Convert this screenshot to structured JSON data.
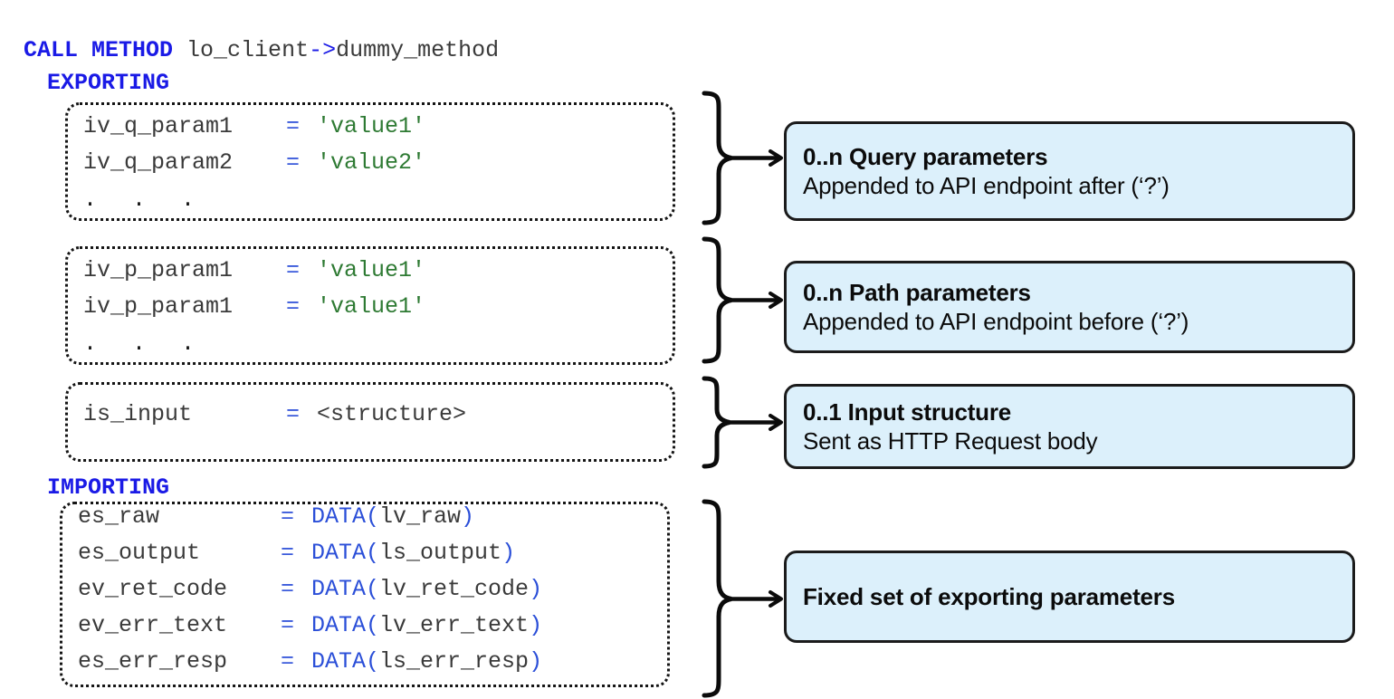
{
  "code": {
    "call_keyword": "CALL METHOD",
    "call_target_prefix": "lo_client",
    "call_arrow": "->",
    "call_method_name": "dummy_method",
    "exporting_keyword": "EXPORTING",
    "importing_keyword": "IMPORTING",
    "ellipsis": ".  .  ."
  },
  "groups": [
    {
      "id": "query-params",
      "rows": [
        {
          "name": "iv_q_param1",
          "eq": "=",
          "value": "'value1'",
          "value_kind": "string"
        },
        {
          "name": "iv_q_param2",
          "eq": "=",
          "value": "'value2'",
          "value_kind": "string"
        }
      ],
      "has_ellipsis": true,
      "callout": {
        "title": "0..n Query parameters",
        "sub": "Appended to API endpoint after (‘?’)"
      }
    },
    {
      "id": "path-params",
      "rows": [
        {
          "name": "iv_p_param1",
          "eq": "=",
          "value": "'value1'",
          "value_kind": "string"
        },
        {
          "name": "iv_p_param1",
          "eq": "=",
          "value": "'value1'",
          "value_kind": "string"
        }
      ],
      "has_ellipsis": true,
      "callout": {
        "title": "0..n Path parameters",
        "sub": "Appended to API endpoint before (‘?’)"
      }
    },
    {
      "id": "input-structure",
      "rows": [
        {
          "name": "is_input",
          "eq": "=",
          "value": "<structure>",
          "value_kind": "plain"
        }
      ],
      "has_ellipsis": false,
      "callout": {
        "title": "0..1 Input structure",
        "sub": "Sent as HTTP Request body"
      }
    },
    {
      "id": "importing-params",
      "rows": [
        {
          "name": "es_raw",
          "eq": "=",
          "data_kw": "DATA",
          "open": "(",
          "arg": "lv_raw",
          "close": ")",
          "value_kind": "data"
        },
        {
          "name": "es_output",
          "eq": "=",
          "data_kw": "DATA",
          "open": "(",
          "arg": "ls_output",
          "close": ")",
          "value_kind": "data"
        },
        {
          "name": "ev_ret_code",
          "eq": "=",
          "data_kw": "DATA",
          "open": "(",
          "arg": "lv_ret_code",
          "close": ")",
          "value_kind": "data"
        },
        {
          "name": "ev_err_text",
          "eq": "=",
          "data_kw": "DATA",
          "open": "(",
          "arg": "lv_err_text",
          "close": ")",
          "value_kind": "data"
        },
        {
          "name": "es_err_resp",
          "eq": "=",
          "data_kw": "DATA",
          "open": "(",
          "arg": "ls_err_resp",
          "close": ")",
          "value_kind": "data"
        }
      ],
      "has_ellipsis": false,
      "callout": {
        "title": "Fixed set of exporting parameters",
        "sub": ""
      }
    }
  ],
  "colors": {
    "keyword_blue": "#1a1ae6",
    "operator_blue": "#3b5bdb",
    "string_green": "#2e7a33",
    "data_blue": "#2b4fd8",
    "callout_fill": "#dcf0fb",
    "callout_border": "#1b1b1b",
    "code_text": "#3a3a3a",
    "box_border": "#141414"
  }
}
